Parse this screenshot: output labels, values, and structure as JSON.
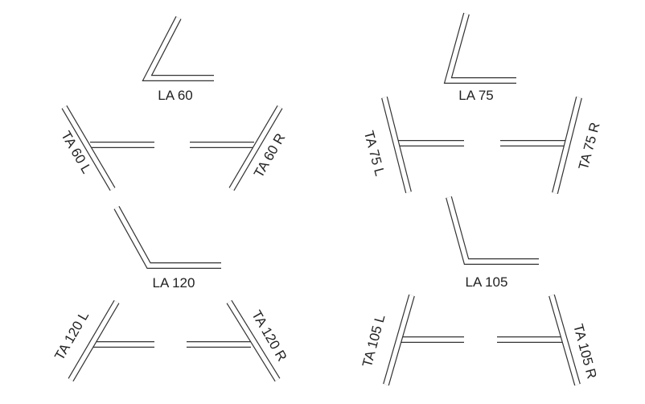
{
  "labels": {
    "la60": "LA 60",
    "ta60l": "TA 60 L",
    "ta60r": "TA 60 R",
    "la120": "LA 120",
    "ta120l": "TA 120 L",
    "ta120r": "TA 120 R",
    "la75": "LA 75",
    "ta75l": "TA 75 L",
    "ta75r": "TA 75 R",
    "la105": "LA 105",
    "ta105l": "TA 105 L",
    "ta105r": "TA 105 R"
  }
}
